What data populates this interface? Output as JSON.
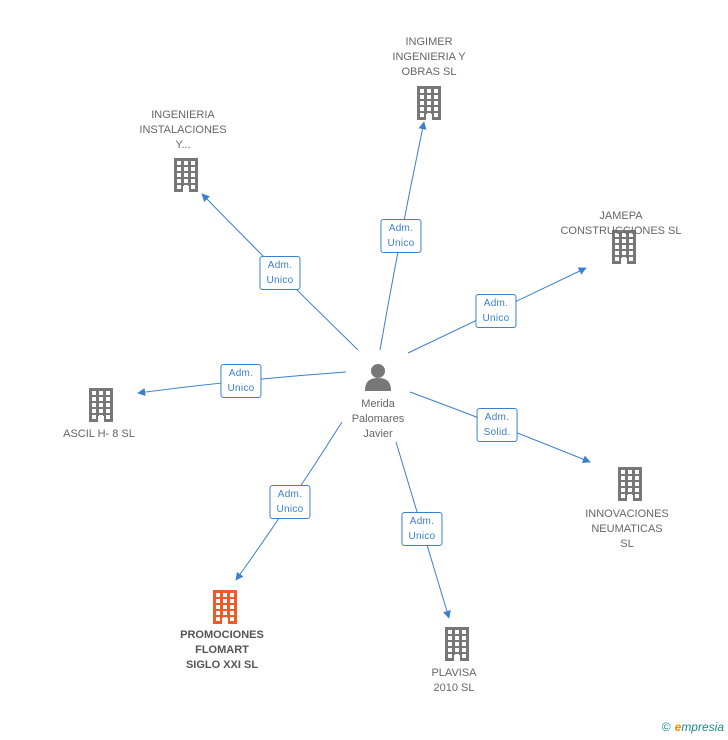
{
  "center": {
    "name": "Merida\nPalomares\nJavier"
  },
  "nodes": [
    {
      "id": "ingimer",
      "label": "INGIMER\nINGENIERIA Y\nOBRAS SL",
      "highlight": false
    },
    {
      "id": "ingenieria",
      "label": "INGENIERIA\nINSTALACIONES\nY...",
      "highlight": false
    },
    {
      "id": "jamepa",
      "label": "JAMEPA\nCONSTRUCCIONES SL",
      "highlight": false
    },
    {
      "id": "ascil",
      "label": "ASCIL H- 8  SL",
      "highlight": false
    },
    {
      "id": "innovaciones",
      "label": "INNOVACIONES\nNEUMATICAS\nSL",
      "highlight": false
    },
    {
      "id": "promociones",
      "label": "PROMOCIONES\nFLOMART\nSIGLO XXI SL",
      "highlight": true
    },
    {
      "id": "plavisa",
      "label": "PLAVISA\n2010 SL",
      "highlight": false
    }
  ],
  "edges": [
    {
      "to": "ingimer",
      "label": "Adm.\nUnico"
    },
    {
      "to": "ingenieria",
      "label": "Adm.\nUnico"
    },
    {
      "to": "jamepa",
      "label": "Adm.\nUnico"
    },
    {
      "to": "ascil",
      "label": "Adm.\nUnico"
    },
    {
      "to": "innovaciones",
      "label": "Adm.\nSolid."
    },
    {
      "to": "promociones",
      "label": "Adm.\nUnico"
    },
    {
      "to": "plavisa",
      "label": "Adm.\nUnico"
    }
  ],
  "colors": {
    "edge": "#3a7fd0",
    "building": "#777777",
    "building_highlight": "#f05a28",
    "person": "#777777"
  },
  "footer": {
    "copyright_symbol": "©",
    "brand_initial": "e",
    "brand_rest": "mpresia"
  }
}
